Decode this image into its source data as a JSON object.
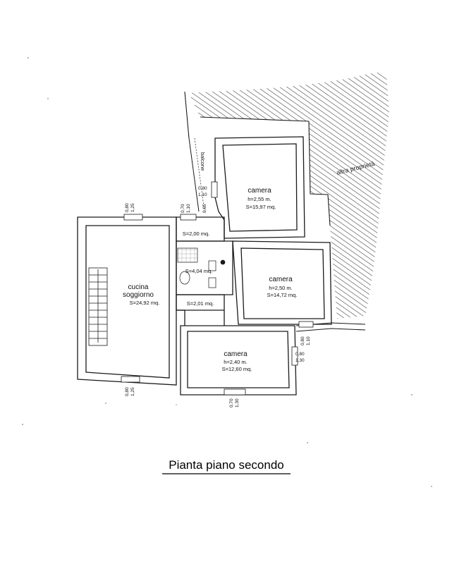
{
  "caption": "Pianta piano secondo",
  "hatch_label": "altra proprietà",
  "balcone": "balcone",
  "rooms": [
    {
      "id": "cucina",
      "name1": "cucina",
      "name2": "soggiorno",
      "area": "S=24,92 mq."
    },
    {
      "id": "camera1",
      "name": "camera",
      "h": "h=2,55 m.",
      "area": "S=15,97 mq."
    },
    {
      "id": "camera2",
      "name": "camera",
      "h": "h=2,50 m.",
      "area": "S=14,72 mq."
    },
    {
      "id": "camera3",
      "name": "camera",
      "h": "h=2,40 m.",
      "area": "S=12,60 mq."
    },
    {
      "id": "disimpegno",
      "area": "S=2,00 mq."
    },
    {
      "id": "bagno",
      "area": "S=4,04 mq."
    },
    {
      "id": "corridoio",
      "area": "S=2,01 mq."
    }
  ],
  "dims": {
    "cucina_top": [
      "0,80",
      "1,25"
    ],
    "cucina_bottom": [
      "0,80",
      "1,25"
    ],
    "dis_a": [
      "0,70",
      "1,10"
    ],
    "dis_b": "0,65",
    "camera1_win": [
      "0,80",
      "1,10"
    ],
    "camera2_win": [
      "0,80",
      "1,10"
    ],
    "camera3_side": [
      "0,80",
      "1,30"
    ],
    "camera3_bottom": [
      "0,70",
      "1,30"
    ]
  },
  "colors": {
    "line": "#1a1a1a",
    "hatch": "#333333"
  }
}
